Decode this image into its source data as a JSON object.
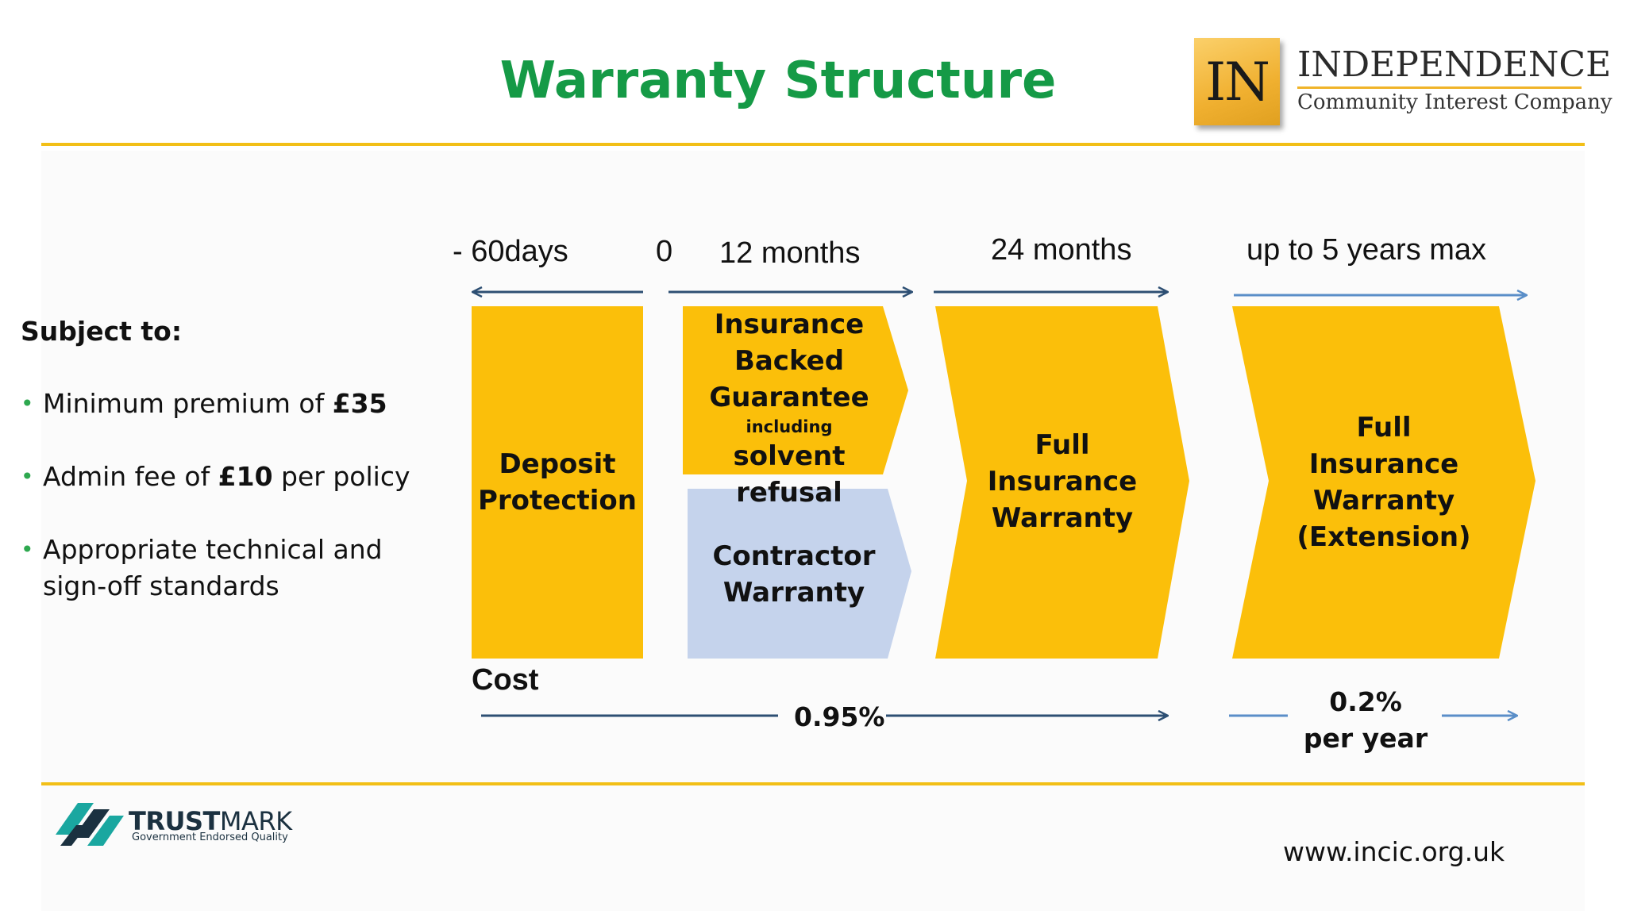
{
  "slide": {
    "title": "Warranty Structure",
    "website": "www.incic.org.uk"
  },
  "logo": {
    "initials": "IN",
    "name": "INDEPENDENCE",
    "subtitle": "Community Interest Company"
  },
  "subject": {
    "heading": "Subject to:",
    "bullets": [
      {
        "before": "Minimum premium of ",
        "bold": "£35",
        "after": ""
      },
      {
        "before": "Admin fee of ",
        "bold": "£10",
        "after": " per policy"
      },
      {
        "before": "Appropriate technical and sign-off standards",
        "bold": "",
        "after": ""
      }
    ]
  },
  "timeline": {
    "labels": [
      "- 60days",
      "0",
      "12 months",
      "24 months",
      "up to 5 years max"
    ]
  },
  "blocks": {
    "deposit": [
      "Deposit",
      "Protection"
    ],
    "ibg": {
      "lines": [
        "Insurance",
        "Backed",
        "Guarantee"
      ],
      "small": "including",
      "last": "solvent refusal"
    },
    "contractor": [
      "Contractor",
      "Warranty"
    ],
    "full": [
      "Full",
      "Insurance",
      "Warranty"
    ],
    "extension": [
      "Full",
      "Insurance",
      "Warranty",
      "(Extension)"
    ]
  },
  "cost": {
    "label": "Cost",
    "main": "0.95%",
    "extension_line1": "0.2%",
    "extension_line2": "per year"
  },
  "trustmark": {
    "name_bold": "TRUST",
    "name_rest": "MARK",
    "tagline": "Government Endorsed Quality"
  },
  "colors": {
    "title_green": "#159a46",
    "gold": "#fbbf0a",
    "rule_gold": "#f2bf17",
    "contractor_blue": "#c5d3ec",
    "arrow_dark": "#2d4f73",
    "arrow_light": "#5a8ec8",
    "bullet_green": "#2ea84f"
  }
}
